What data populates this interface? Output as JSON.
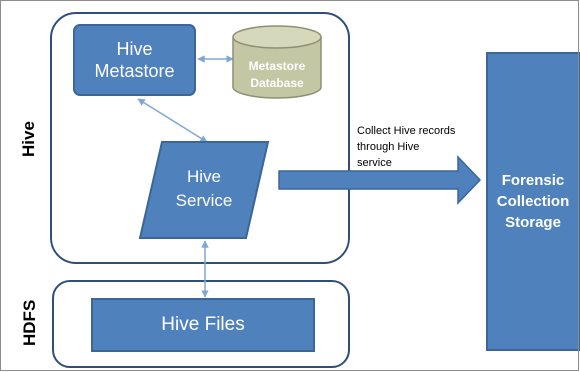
{
  "layers": {
    "hive": "Hive",
    "hdfs": "HDFS"
  },
  "nodes": {
    "hive_metastore": "Hive Metastore",
    "metastore_database": "Metastore Database",
    "hive_service": "Hive Service",
    "hive_files": "Hive Files",
    "forensic_storage": "Forensic Collection Storage"
  },
  "edge_label": "Collect Hive records through Hive service",
  "colors": {
    "box_fill": "#4f81bd",
    "box_border": "#3a6698",
    "db_fill": "#c4c7a3",
    "connector": "#7fa7d6"
  }
}
